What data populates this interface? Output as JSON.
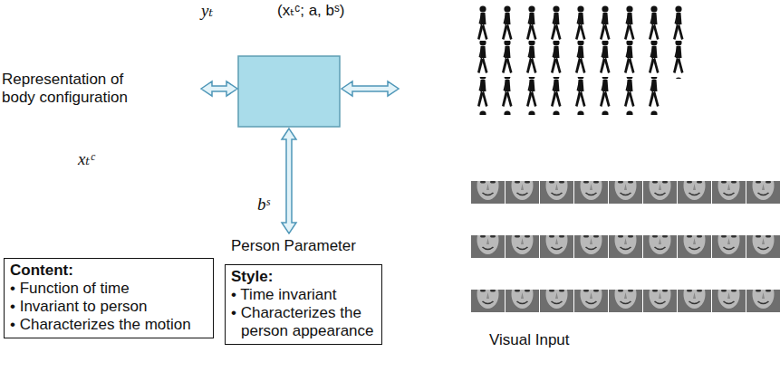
{
  "diagram": {
    "nodes": [
      {
        "text": [
          "Content:",
          "• Function of time",
          "• Invariant to person",
          "• Characterizes the motion"
        ]
      },
      {
        "text": [
          "Style:",
          "• Time invariant",
          "• Characterizes the person appearance"
        ]
      }
    ],
    "labels": [
      "yₜ",
      "(xₜᶜ; a, bˢ)",
      "Representation of body configuration",
      "xₜᶜ",
      "bˢ",
      "Person Parameter",
      "Visual Input"
    ]
  }
}
